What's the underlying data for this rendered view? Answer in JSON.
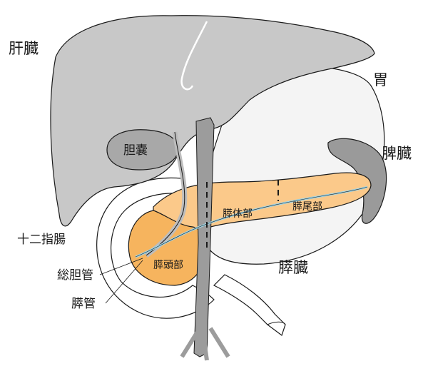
{
  "labels": {
    "liver": "肝臓",
    "stomach": "胃",
    "spleen": "脾臓",
    "gallbladder": "胆嚢",
    "duodenum": "十二指腸",
    "pancreas": "膵臓",
    "pancreas_head": "膵頭部",
    "pancreas_body": "膵体部",
    "pancreas_tail": "膵尾部",
    "common_bile_duct": "総胆管",
    "pancreatic_duct": "膵管"
  },
  "colors": {
    "liver": "#c8c8c8",
    "gallbladder": "#a8a8a8",
    "spleen": "#9a9a9a",
    "stomach": "#f4f4f4",
    "pancreas": "#fbc98a",
    "pancreas_head": "#f6b45e",
    "duct": "#9fd3e3",
    "vessel": "#9c9c9c",
    "outline": "#1a1a1a"
  }
}
